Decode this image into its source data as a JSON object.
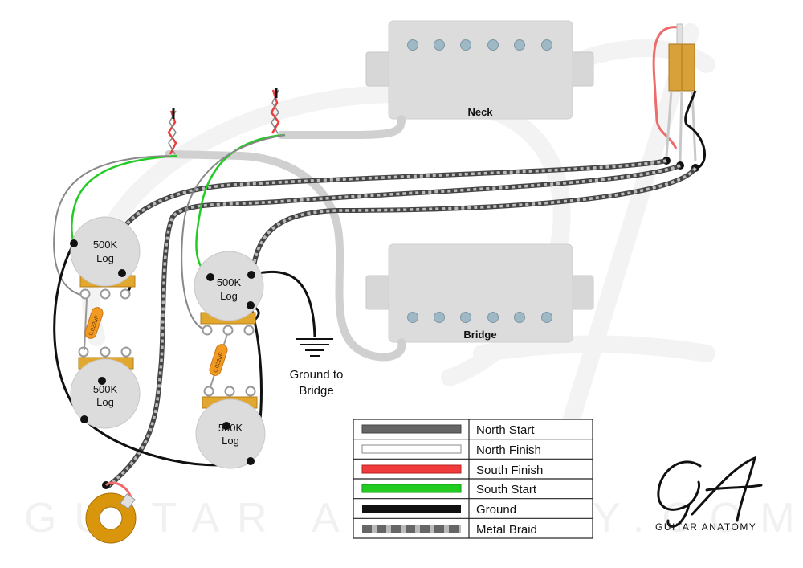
{
  "watermark": {
    "text": "GUITAR ANATOMY.COM"
  },
  "pickups": {
    "neck_label": "Neck",
    "bridge_label": "Bridge"
  },
  "pots": {
    "neck_volume": {
      "value": "500K",
      "taper": "Log"
    },
    "bridge_volume": {
      "value": "500K",
      "taper": "Log"
    },
    "neck_tone": {
      "value": "500K",
      "taper": "Log"
    },
    "bridge_tone": {
      "value": "500K",
      "taper": "Log"
    }
  },
  "capacitors": {
    "neck_cap": "0.022uF",
    "bridge_cap": "0.022uF"
  },
  "ground": {
    "line1": "Ground to",
    "line2": "Bridge"
  },
  "legend": {
    "items": [
      {
        "label": "North Start",
        "color": "#666666",
        "style": "solid"
      },
      {
        "label": "North Finish",
        "color": "#ffffff",
        "style": "outlined"
      },
      {
        "label": "South Finish",
        "color": "#ef3b3b",
        "style": "solid"
      },
      {
        "label": "South Start",
        "color": "#22cc22",
        "style": "solid"
      },
      {
        "label": "Ground",
        "color": "#111111",
        "style": "solid"
      },
      {
        "label": "Metal Braid",
        "color": "#777777",
        "style": "dashed"
      }
    ]
  },
  "brand": {
    "logo_letters": "GA",
    "name": "GUITAR ANATOMY"
  },
  "colors": {
    "pickup": "#dcdcdc",
    "pole": "#9fb8c6",
    "pot": "#dcdcdc",
    "pot_bracket": "#e2a72e",
    "cap": "#f39a22",
    "jack": "#d9950c",
    "braid": "#777777"
  }
}
